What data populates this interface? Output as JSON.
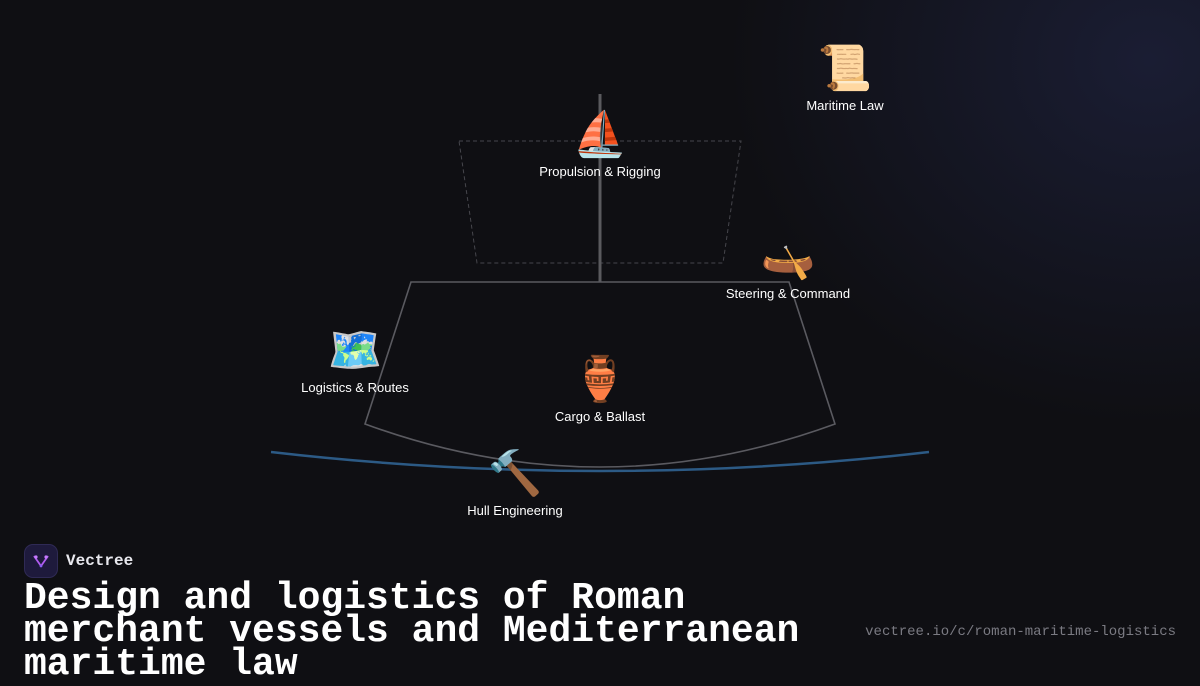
{
  "diagram": {
    "nodes": [
      {
        "id": "maritime_law",
        "icon": "scroll-icon",
        "emoji": "📜",
        "label": "Maritime Law"
      },
      {
        "id": "propulsion",
        "icon": "sailboat-icon",
        "emoji": "⛵",
        "label": "Propulsion & Rigging"
      },
      {
        "id": "steering",
        "icon": "canoe-icon",
        "emoji": "🛶",
        "label": "Steering & Command"
      },
      {
        "id": "logistics",
        "icon": "world-map-icon",
        "emoji": "🗺️",
        "label": "Logistics & Routes"
      },
      {
        "id": "cargo",
        "icon": "amphora-icon",
        "emoji": "🏺",
        "label": "Cargo & Ballast"
      },
      {
        "id": "hull",
        "icon": "hammer-icon",
        "emoji": "🔨",
        "label": "Hull Engineering"
      }
    ],
    "colors": {
      "background": "#0f0f13",
      "hull_outline": "#5a5a60",
      "mast": "#5a5a5e",
      "sail_dashed": "#46464c",
      "waterline": "#2c5a85",
      "label": "#ffffff"
    }
  },
  "brand": {
    "name": "Vectree",
    "icon": "vectree-logo-icon"
  },
  "title": "Design and logistics of Roman merchant vessels and Mediterranean maritime law",
  "url": "vectree.io/c/roman-maritime-logistics"
}
